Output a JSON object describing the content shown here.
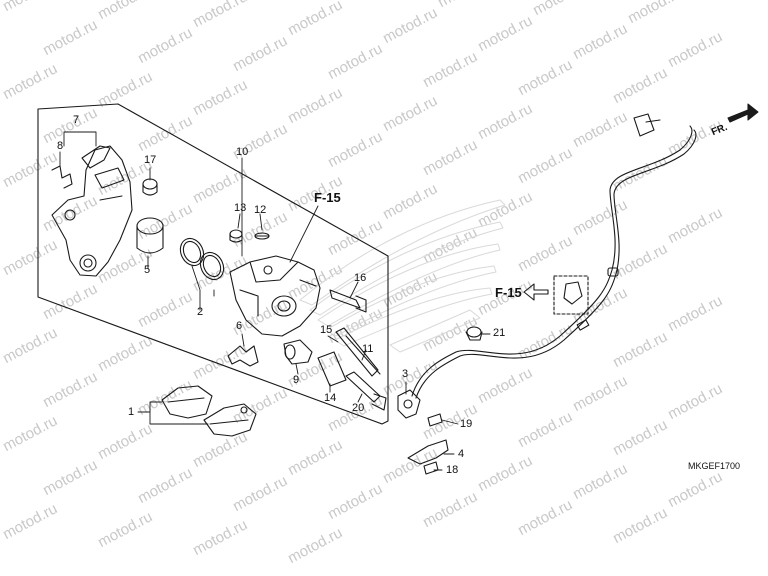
{
  "watermark": {
    "text": "motod.ru"
  },
  "callouts": [
    {
      "id": "c1",
      "label": "1"
    },
    {
      "id": "c2",
      "label": "2"
    },
    {
      "id": "c3",
      "label": "3"
    },
    {
      "id": "c4",
      "label": "4"
    },
    {
      "id": "c5",
      "label": "5"
    },
    {
      "id": "c6",
      "label": "6"
    },
    {
      "id": "c7",
      "label": "7"
    },
    {
      "id": "c8",
      "label": "8"
    },
    {
      "id": "c9",
      "label": "9"
    },
    {
      "id": "c10",
      "label": "10"
    },
    {
      "id": "c11",
      "label": "11"
    },
    {
      "id": "c12",
      "label": "12"
    },
    {
      "id": "c13",
      "label": "13"
    },
    {
      "id": "c14",
      "label": "14"
    },
    {
      "id": "c15",
      "label": "15"
    },
    {
      "id": "c16",
      "label": "16"
    },
    {
      "id": "c17",
      "label": "17"
    },
    {
      "id": "c18",
      "label": "18"
    },
    {
      "id": "c19",
      "label": "19"
    },
    {
      "id": "c20",
      "label": "20"
    },
    {
      "id": "c21",
      "label": "21"
    }
  ],
  "references": {
    "f15_caliper": "F-15",
    "f15_clip": "F-15"
  },
  "direction_label": "FR.",
  "diagram_code": "MKGEF1700"
}
